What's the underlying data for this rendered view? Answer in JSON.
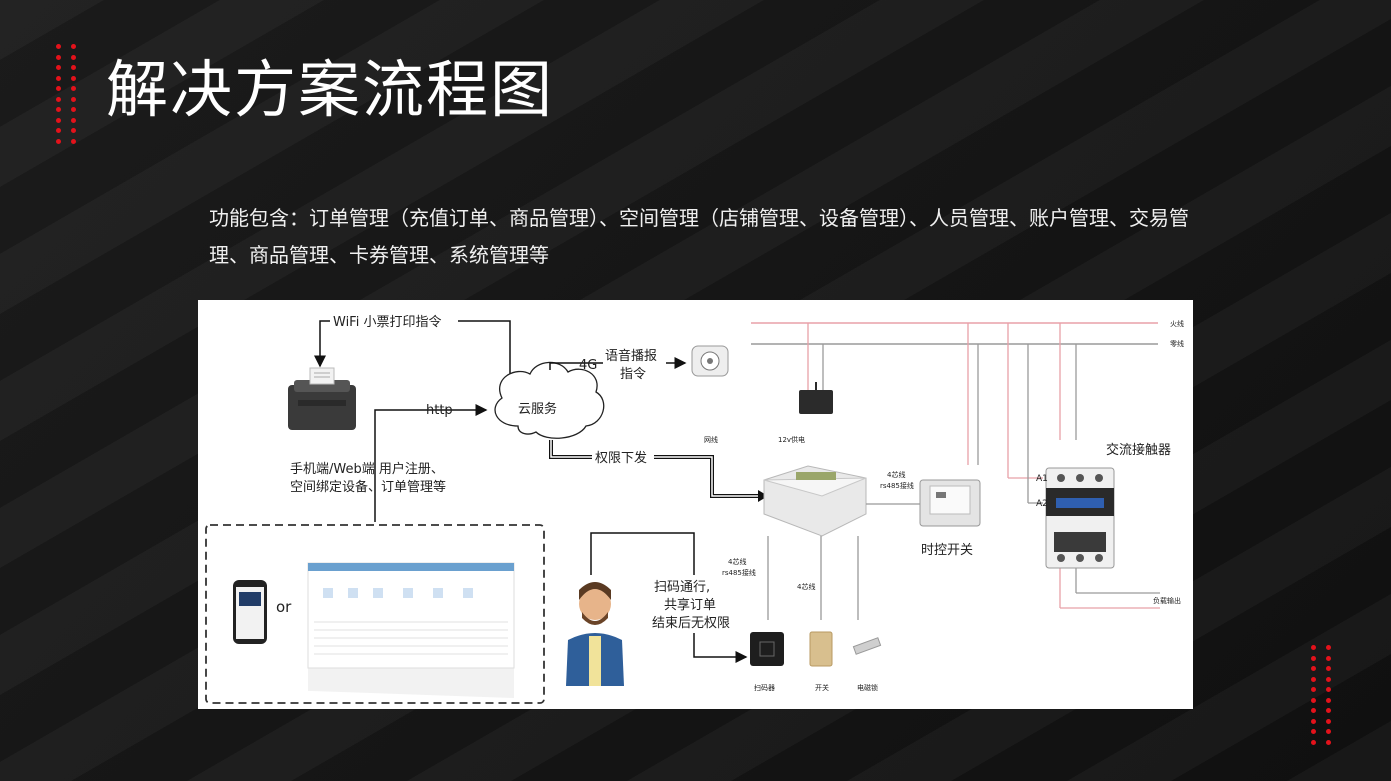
{
  "page": {
    "title": "解决方案流程图",
    "description": "功能包含：订单管理（充值订单、商品管理）、空间管理（店铺管理、设备管理）、人员管理、账户管理、交易管理、商品管理、卡券管理、系统管理等"
  },
  "diagram": {
    "wifi_label": "WiFi 小票打印指令",
    "http_label": "http",
    "cloud_label": "云服务",
    "fourg_label": "4G",
    "voice_label_1": "语音播报",
    "voice_label_2": "指令",
    "permission_label": "权限下发",
    "client_label_1": "手机端/Web端 用户注册、",
    "client_label_2": "空间绑定设备、订单管理等",
    "or_label": "or",
    "network_label": "网线",
    "power_label": "12v供电",
    "live_wire": "火线",
    "neutral_wire": "零线",
    "rs485_label_1": "4芯线",
    "rs485_label_2": "rs485接线",
    "timer_label": "时控开关",
    "contactor_label": "交流接触器",
    "a1": "A1",
    "a2": "A2",
    "load_output": "负载输出",
    "scan_label_1": "扫码通行,",
    "scan_label_2": "共享订单",
    "scan_label_3": "结束后无权限",
    "left_wire_1": "4芯线",
    "left_wire_2": "rs485接线",
    "mid_wire": "4芯线",
    "scanner_label": "扫码器",
    "switch_label": "开关",
    "lock_label": "电磁锁"
  },
  "colors": {
    "accent": "#e4121b",
    "wire_live": "#e8a0a8",
    "wire_neutral": "#9a9a9a"
  }
}
